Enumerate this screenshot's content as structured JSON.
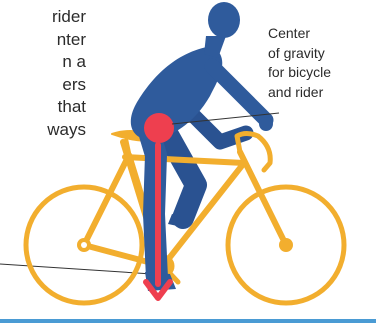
{
  "caption_lines": [
    "rider",
    "nter",
    "n a",
    "ers",
    "that",
    "ways"
  ],
  "label_lines": [
    "Center",
    "of gravity",
    "for bicycle",
    "and rider"
  ],
  "colors": {
    "rider": "#2f5b9c",
    "bicycle": "#f2ae2e",
    "center_of_gravity": "#ee3f4f",
    "ground": "#4a9bd4"
  }
}
